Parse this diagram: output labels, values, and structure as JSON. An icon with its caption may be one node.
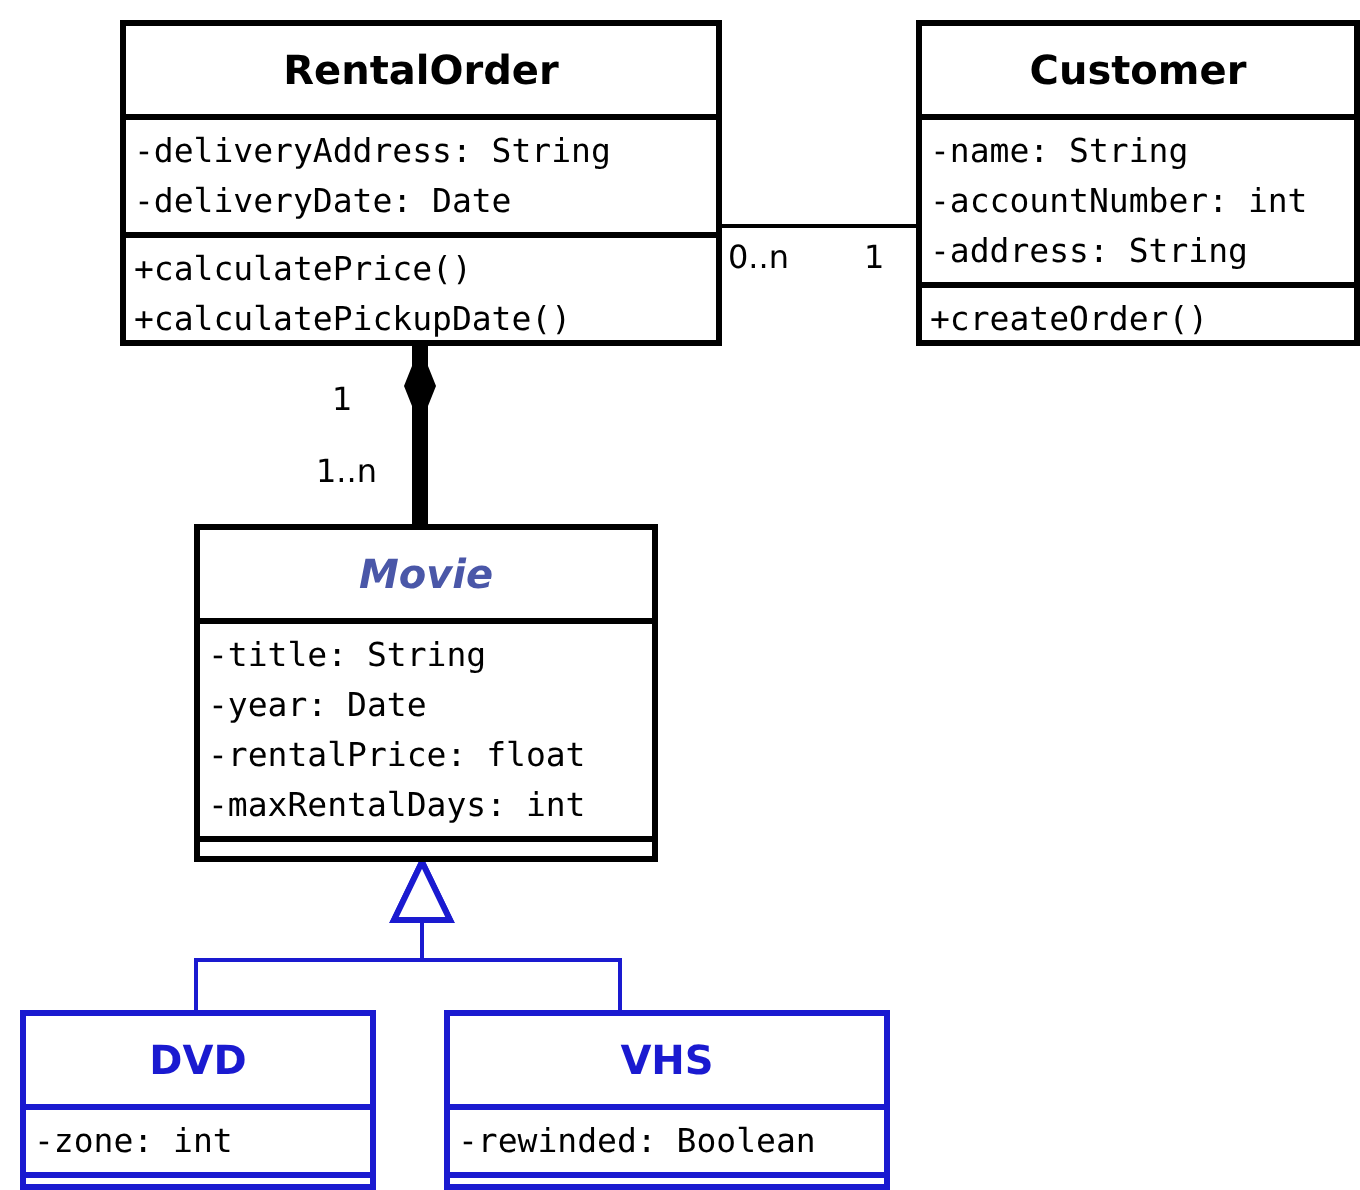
{
  "diagram": {
    "nodes": [
      {
        "text": [
          "RentalOrder",
          "-deliveryAddress: String",
          "-deliveryDate: Date",
          "+calculatePrice()",
          "+calculatePickupDate()"
        ]
      },
      {
        "text": [
          "Customer",
          "-name: String",
          "-accountNumber: int",
          "-address: String",
          "+createOrder()"
        ]
      },
      {
        "text": [
          "Movie",
          "-title: String",
          "-year: Date",
          "-rentalPrice: float",
          "-maxRentalDays: int"
        ]
      },
      {
        "text": [
          "DVD",
          "-zone: int"
        ]
      },
      {
        "text": [
          "VHS",
          "-rewinded: Boolean"
        ]
      }
    ],
    "edges": [
      {
        "from": 0,
        "to": 1,
        "arrow": "none"
      },
      {
        "from": 0,
        "to": 2,
        "arrow": "other",
        "style": "thick"
      },
      {
        "from": 3,
        "to": 2,
        "arrow": "to",
        "color": "#1a1ad0"
      },
      {
        "from": 4,
        "to": 2,
        "arrow": "to",
        "color": "#1a1ad0"
      }
    ],
    "labels": [
      "0..n",
      "1",
      "1",
      "1..n"
    ]
  }
}
